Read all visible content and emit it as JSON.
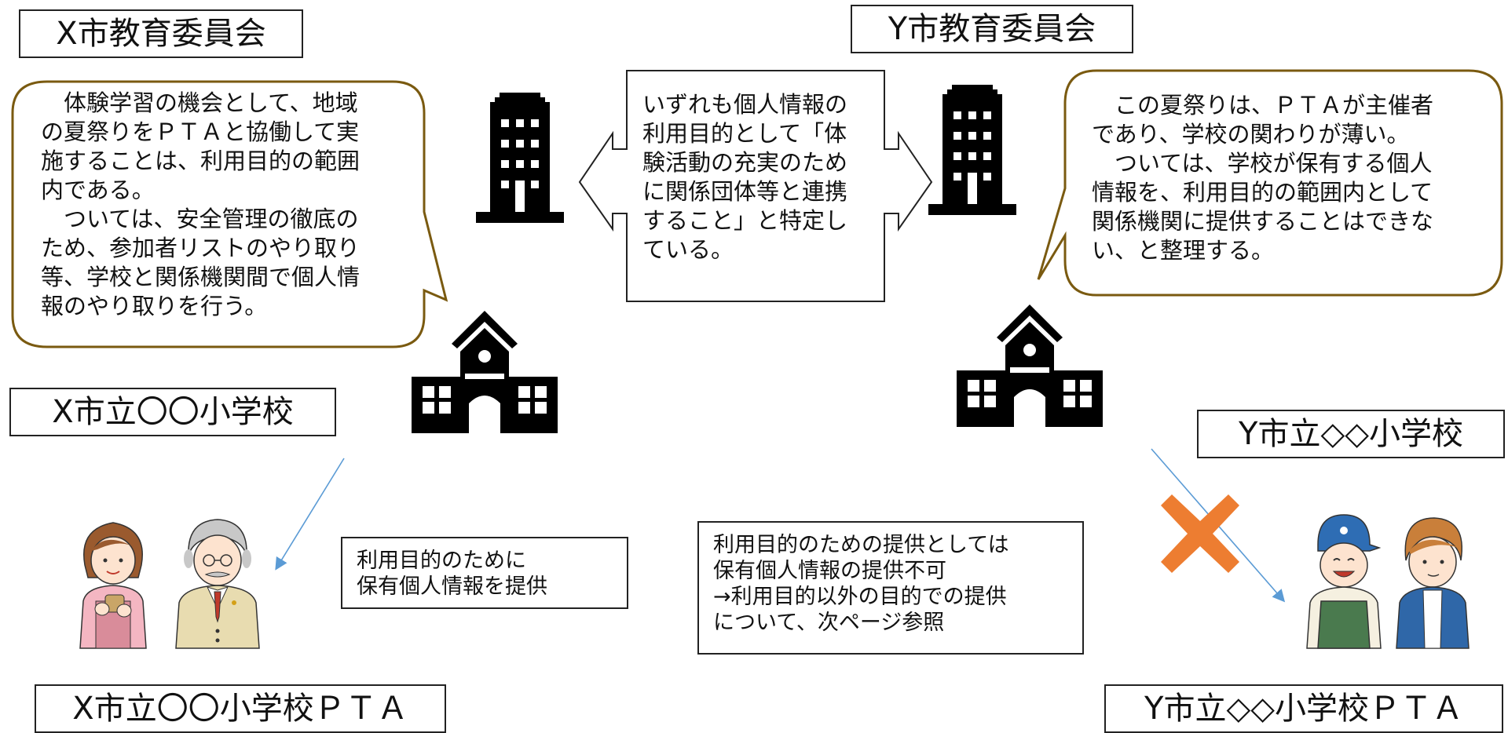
{
  "x_side": {
    "board_label": "X市教育委員会",
    "school_label": "X市立〇〇小学校",
    "pta_label": "X市立〇〇小学校ＰＴＡ",
    "bubble_text": "　体験学習の機会として、地域\nの夏祭りをＰＴＡと協働して実\n施することは、利用目的の範囲\n内である。\n　ついては、安全管理の徹底の\nため、参加者リストのやり取り\n等、学校と関係機関間で個人情\n報のやり取りを行う。",
    "note_text": "利用目的のために\n保有個人情報を提供"
  },
  "y_side": {
    "board_label": "Y市教育委員会",
    "school_label": "Y市立◇◇小学校",
    "pta_label": "Y市立◇◇小学校ＰＴＡ",
    "bubble_text": "　この夏祭りは、ＰＴＡが主催者\nであり、学校の関わりが薄い。\n　ついては、学校が保有する個人\n情報を、利用目的の範囲内として\n関係機関に提供することはできな\nい、と整理する。",
    "note_text": "利用目的のための提供としては\n保有個人情報の提供不可\n→利用目的以外の目的での提供\nについて、次ページ参照"
  },
  "center": {
    "shared_text": "いずれも個人情報の\n利用目的として「体\n験活動の充実のため\nに関係団体等と連携\nすること」と特定し\nている。"
  },
  "colors": {
    "bubble_border": "#7a5a10",
    "arrow_blue": "#5b9bd5",
    "cross": "#ed7d31",
    "icon": "#000000"
  },
  "icons": [
    "office-building-icon",
    "school-building-icon",
    "teacher-person-icon",
    "elderly-man-icon",
    "cap-worker-icon",
    "young-man-icon",
    "cross-mark-icon"
  ]
}
